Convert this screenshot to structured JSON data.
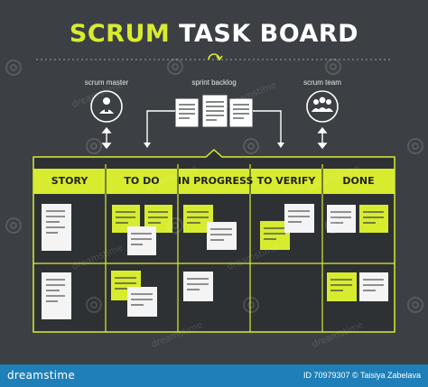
{
  "title": {
    "part1": "SCRUM",
    "part2": "TASK BOARD"
  },
  "roles": {
    "scrum_master": "scrum master",
    "sprint_backlog": "sprint backlog",
    "scrum_team": "scrum team"
  },
  "columns": [
    "STORY",
    "TO DO",
    "IN PROGRESS",
    "TO VERIFY",
    "DONE"
  ],
  "watermark": "dreamstime",
  "footer": {
    "logo": "dreamstime",
    "credit": "ID 70979307 © Taisiya Zabelava"
  },
  "colors": {
    "background": "#3c4044",
    "accent": "#d7ec2f",
    "board": "#2e3134",
    "note_white": "#f4f4f4",
    "footer": "#1f7fb8"
  }
}
